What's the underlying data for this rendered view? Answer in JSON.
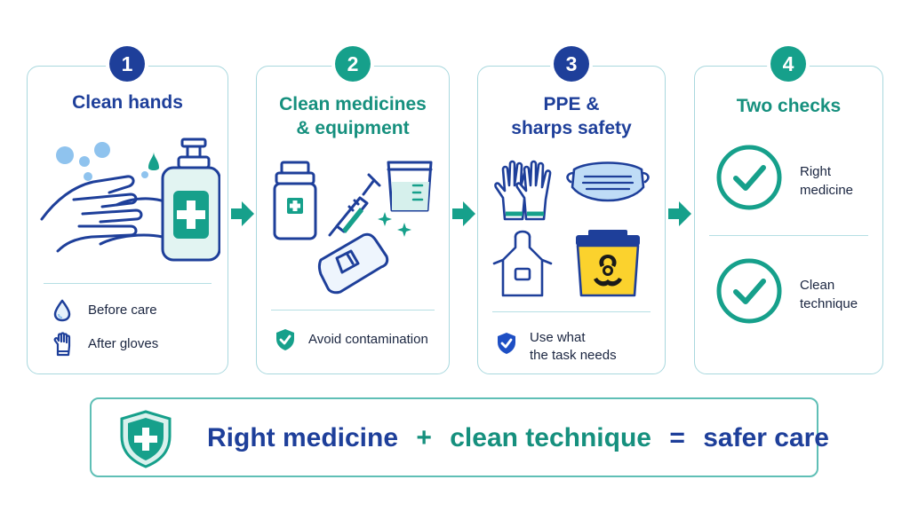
{
  "steps": [
    {
      "number": "1",
      "title": "Clean hands",
      "items": [
        "Before care",
        "After gloves"
      ]
    },
    {
      "number": "2",
      "title_line1": "Clean medicines",
      "title_line2": "& equipment",
      "items": [
        "Avoid contamination"
      ]
    },
    {
      "number": "3",
      "title_line1": "PPE &",
      "title_line2": "sharps safety",
      "items_line1": "Use what",
      "items_line2": "the task needs"
    },
    {
      "number": "4",
      "title": "Two checks",
      "checks": [
        {
          "line1": "Right",
          "line2": "medicine"
        },
        {
          "line1": "Clean",
          "line2": "technique"
        }
      ]
    }
  ],
  "banner": {
    "part1": "Right medicine",
    "op1": "+",
    "part2": "clean technique",
    "op2": "=",
    "part3": "safer care"
  },
  "colors": {
    "navy": "#1e3f9a",
    "teal": "#16a08b",
    "border": "#a9d8de"
  },
  "icons": [
    "water-drop-icon",
    "glove-icon",
    "shield-check-icon",
    "shield-cross-icon",
    "check-circle-icon",
    "arrow-right-icon"
  ]
}
